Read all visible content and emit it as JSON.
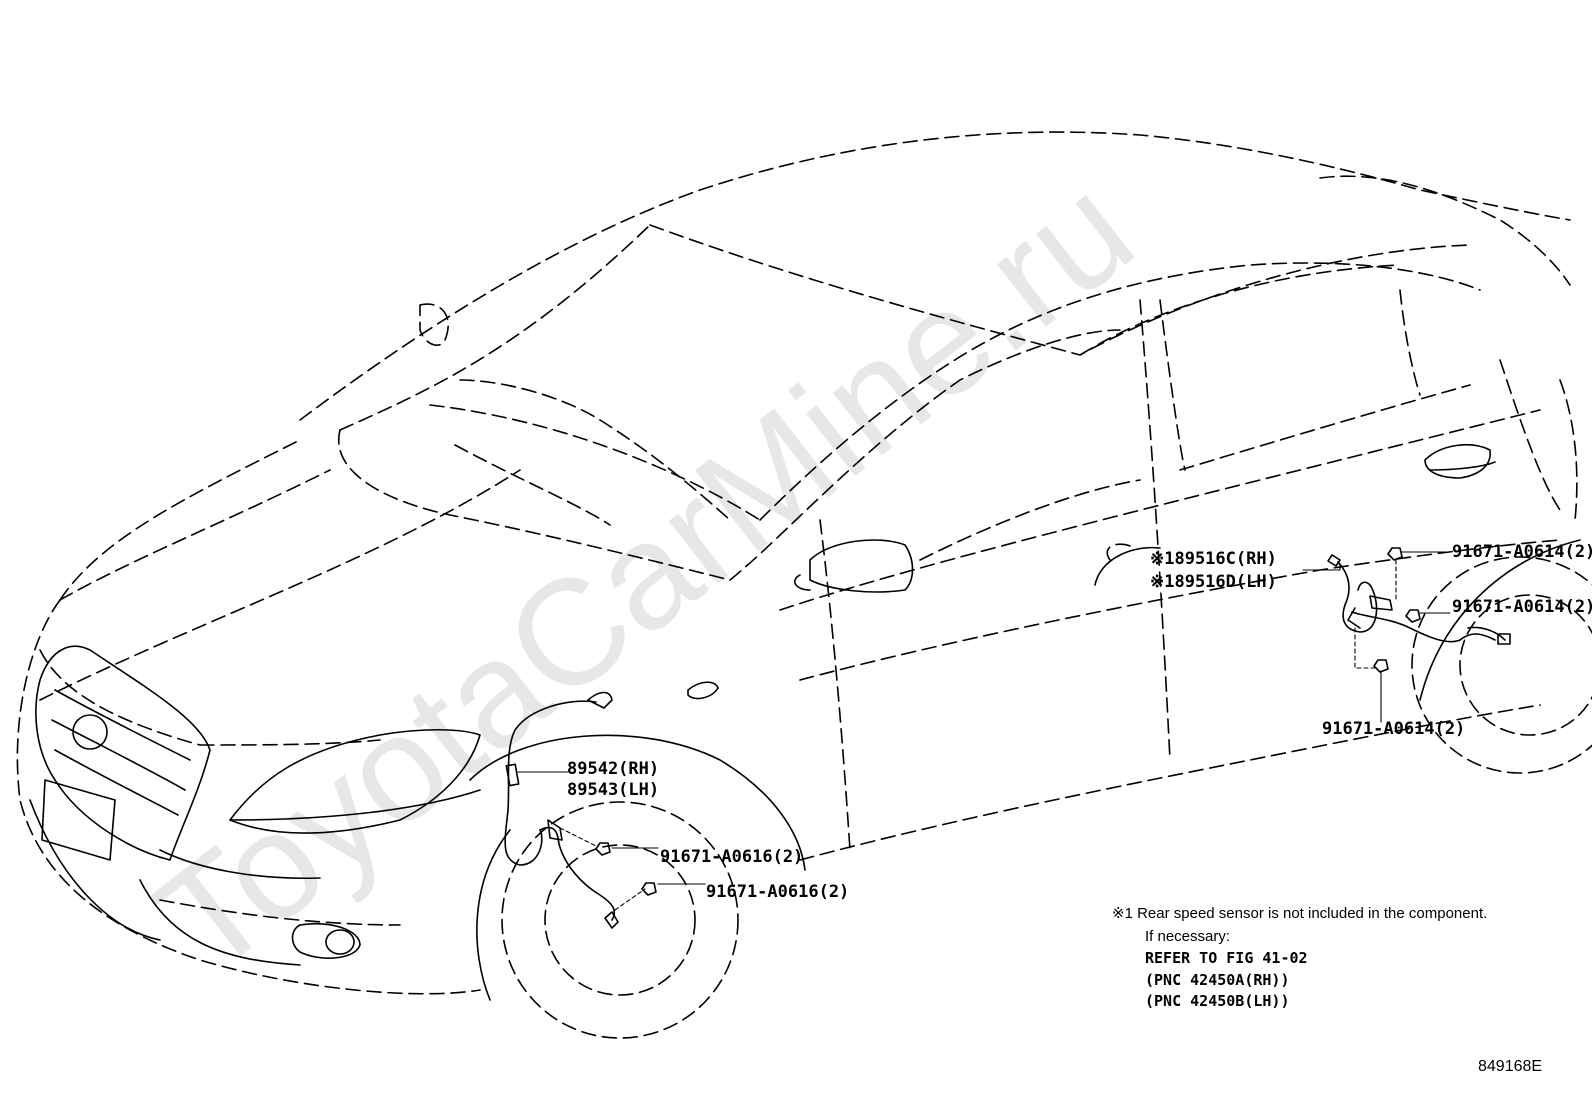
{
  "watermark": "ToyotaCarMine.ru",
  "callouts": {
    "front_sensor_rh": "89542(RH)",
    "front_sensor_lh": "89543(LH)",
    "front_bolt_1": "91671-A0616(2)",
    "front_bolt_2": "91671-A0616(2)",
    "rear_sensor_rh": "※189516C(RH)",
    "rear_sensor_lh": "※189516D(LH)",
    "rear_bolt_1": "91671-A0614(2)",
    "rear_bolt_2": "91671-A0614(2)",
    "rear_bolt_3": "91671-A0614(2)"
  },
  "note": {
    "line1": "※1 Rear speed sensor is not included in the component.",
    "line2": "If necessary:",
    "line3": "REFER TO FIG 41-02",
    "line4": "(PNC 42450A(RH))",
    "line5": "(PNC 42450B(LH))"
  },
  "figure_code": "849168E"
}
